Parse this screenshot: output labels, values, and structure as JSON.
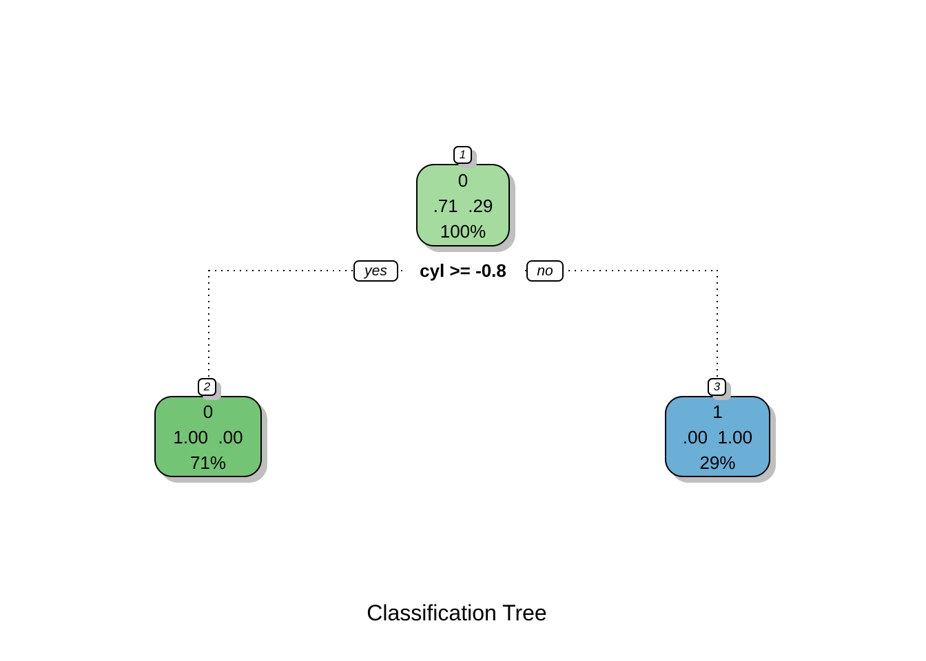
{
  "title": "Classification Tree",
  "split": {
    "condition": "cyl >= -0.8",
    "yes_label": "yes",
    "no_label": "no"
  },
  "nodes": {
    "root": {
      "number": "1",
      "predicted_class": "0",
      "probabilities": ".71  .29",
      "coverage": "100%",
      "fill": "#A5DB9F"
    },
    "left": {
      "number": "2",
      "predicted_class": "0",
      "probabilities": "1.00  .00",
      "coverage": "71%",
      "fill": "#74C476"
    },
    "right": {
      "number": "3",
      "predicted_class": "1",
      "probabilities": ".00  1.00",
      "coverage": "29%",
      "fill": "#6BAED6"
    }
  },
  "colors": {
    "background": "#FFFFFF",
    "node_border": "#000000",
    "shadow": "#BFBFBF",
    "branch_line": "#000000"
  }
}
